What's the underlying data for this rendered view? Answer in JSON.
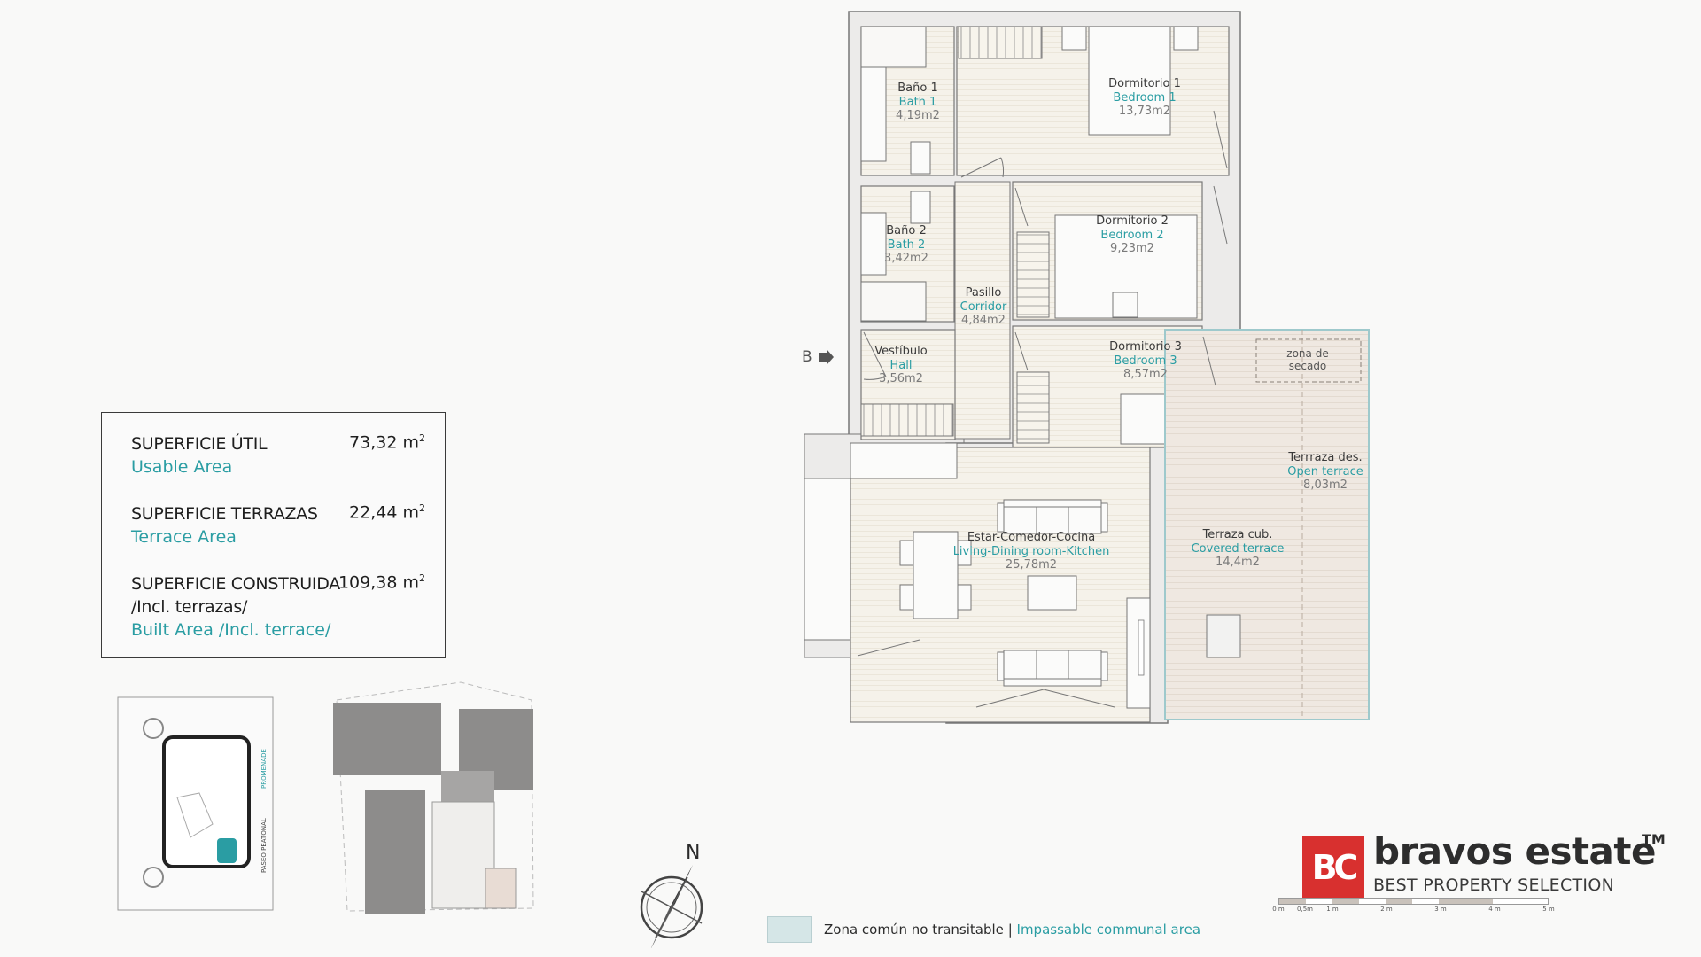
{
  "summary": {
    "rows": [
      {
        "label_es": "SUPERFICIE ÚTIL",
        "label_en": "Usable Area",
        "value": "73,32 m",
        "unit_sup": "2"
      },
      {
        "label_es": "SUPERFICIE TERRAZAS",
        "label_en": "Terrace Area",
        "value": "22,44 m",
        "unit_sup": "2"
      },
      {
        "label_es": "SUPERFICIE CONSTRUIDA",
        "label_es_2": "/Incl. terrazas/",
        "label_en": "Built Area /Incl. terrace/",
        "value": "109,38 m",
        "unit_sup": "2"
      }
    ]
  },
  "rooms": [
    {
      "id": "bath1",
      "es": "Baño 1",
      "en": "Bath 1",
      "area": "4,19m2"
    },
    {
      "id": "bedroom1",
      "es": "Dormitorio 1",
      "en": "Bedroom 1",
      "area": "13,73m2"
    },
    {
      "id": "bath2",
      "es": "Baño 2",
      "en": "Bath 2",
      "area": "3,42m2"
    },
    {
      "id": "bedroom2",
      "es": "Dormitorio 2",
      "en": "Bedroom 2",
      "area": "9,23m2"
    },
    {
      "id": "corridor",
      "es": "Pasillo",
      "en": "Corridor",
      "area": "4,84m2"
    },
    {
      "id": "hall",
      "es": "Vestíbulo",
      "en": "Hall",
      "area": "3,56m2"
    },
    {
      "id": "bedroom3",
      "es": "Dormitorio 3",
      "en": "Bedroom 3",
      "area": "8,57m2"
    },
    {
      "id": "living",
      "es": "Estar-Comedor-Cocina",
      "en": "Living-Dining room-Kitchen",
      "area": "25,78m2"
    },
    {
      "id": "open_terrace",
      "es": "Terrraza des.",
      "en": "Open terrace",
      "area": "8,03m2"
    },
    {
      "id": "covered_terrace",
      "es": "Terraza cub.",
      "en": "Covered terrace",
      "area": "14,4m2"
    }
  ],
  "drying_zone": {
    "line1": "zona de",
    "line2": "secado"
  },
  "entry_marker": {
    "label": "B",
    "icon": "arrow-right-icon"
  },
  "site_plan": {
    "side_label_1": "PASEO PEATONAL",
    "side_label_2": "PROMENADE"
  },
  "compass": {
    "north_label": "N"
  },
  "legend": {
    "es": "Zona común no transitable",
    "separator": " | ",
    "en": "Impassable communal area",
    "swatch_color": "#d5e6e7"
  },
  "logo": {
    "badge": "BC",
    "name": "bravos estate",
    "tm": "TM",
    "tagline": "BEST PROPERTY SELECTION",
    "badge_color": "#d8302f"
  },
  "scale": {
    "ticks": [
      "0 m",
      "0,5m",
      "1 m",
      "2 m",
      "3 m",
      "4 m",
      "5 m"
    ]
  },
  "colors": {
    "accent": "#2a9da3",
    "floor": "#f4f1ea",
    "terrace": "#efe9e3",
    "wall": "#777777"
  }
}
